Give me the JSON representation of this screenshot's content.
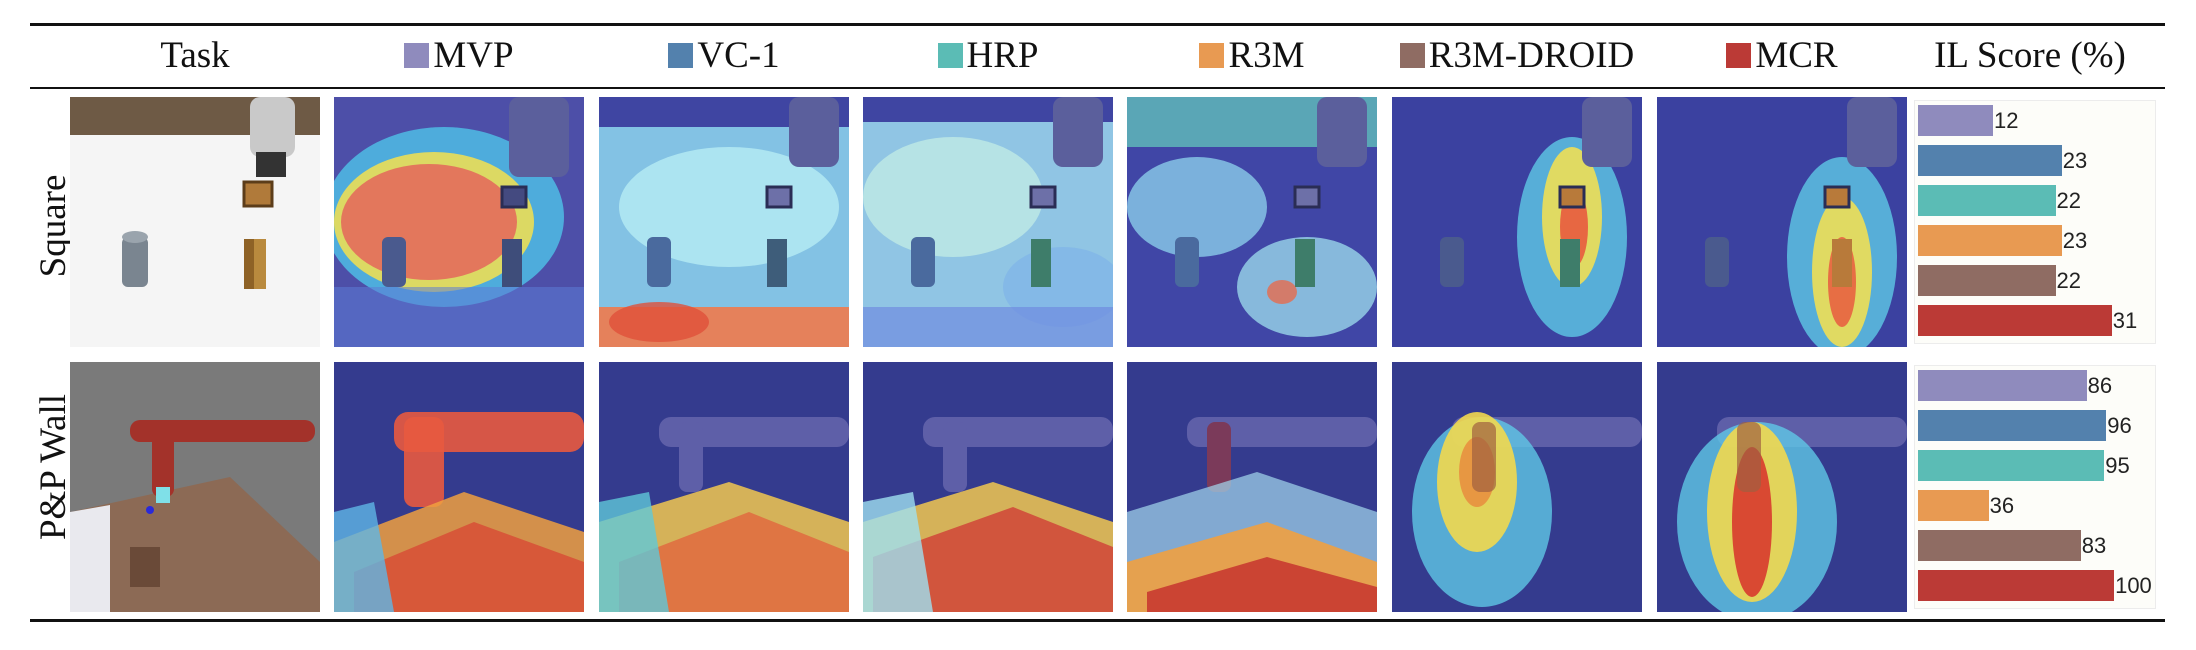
{
  "header": {
    "task": "Task",
    "score": "IL Score (%)",
    "methods": [
      {
        "label": "MVP",
        "color": "#8f8bbd"
      },
      {
        "label": "VC-1",
        "color": "#5381ad"
      },
      {
        "label": "HRP",
        "color": "#5bbcb5"
      },
      {
        "label": "R3M",
        "color": "#e89a52"
      },
      {
        "label": "R3M-DROID",
        "color": "#8f6c63"
      },
      {
        "label": "MCR",
        "color": "#bb3a36"
      }
    ]
  },
  "rows": [
    {
      "label": "Square"
    },
    {
      "label": "P&P Wall"
    }
  ],
  "chart_data": [
    {
      "type": "bar",
      "categories": [
        "MVP",
        "VC-1",
        "HRP",
        "R3M",
        "R3M-DROID",
        "MCR"
      ],
      "values": [
        12,
        23,
        22,
        23,
        22,
        31
      ],
      "xlim": [
        0,
        32
      ],
      "orientation": "horizontal"
    },
    {
      "type": "bar",
      "categories": [
        "MVP",
        "VC-1",
        "HRP",
        "R3M",
        "R3M-DROID",
        "MCR"
      ],
      "values": [
        86,
        96,
        95,
        36,
        83,
        100
      ],
      "xlim": [
        0,
        102
      ],
      "orientation": "horizontal"
    }
  ]
}
